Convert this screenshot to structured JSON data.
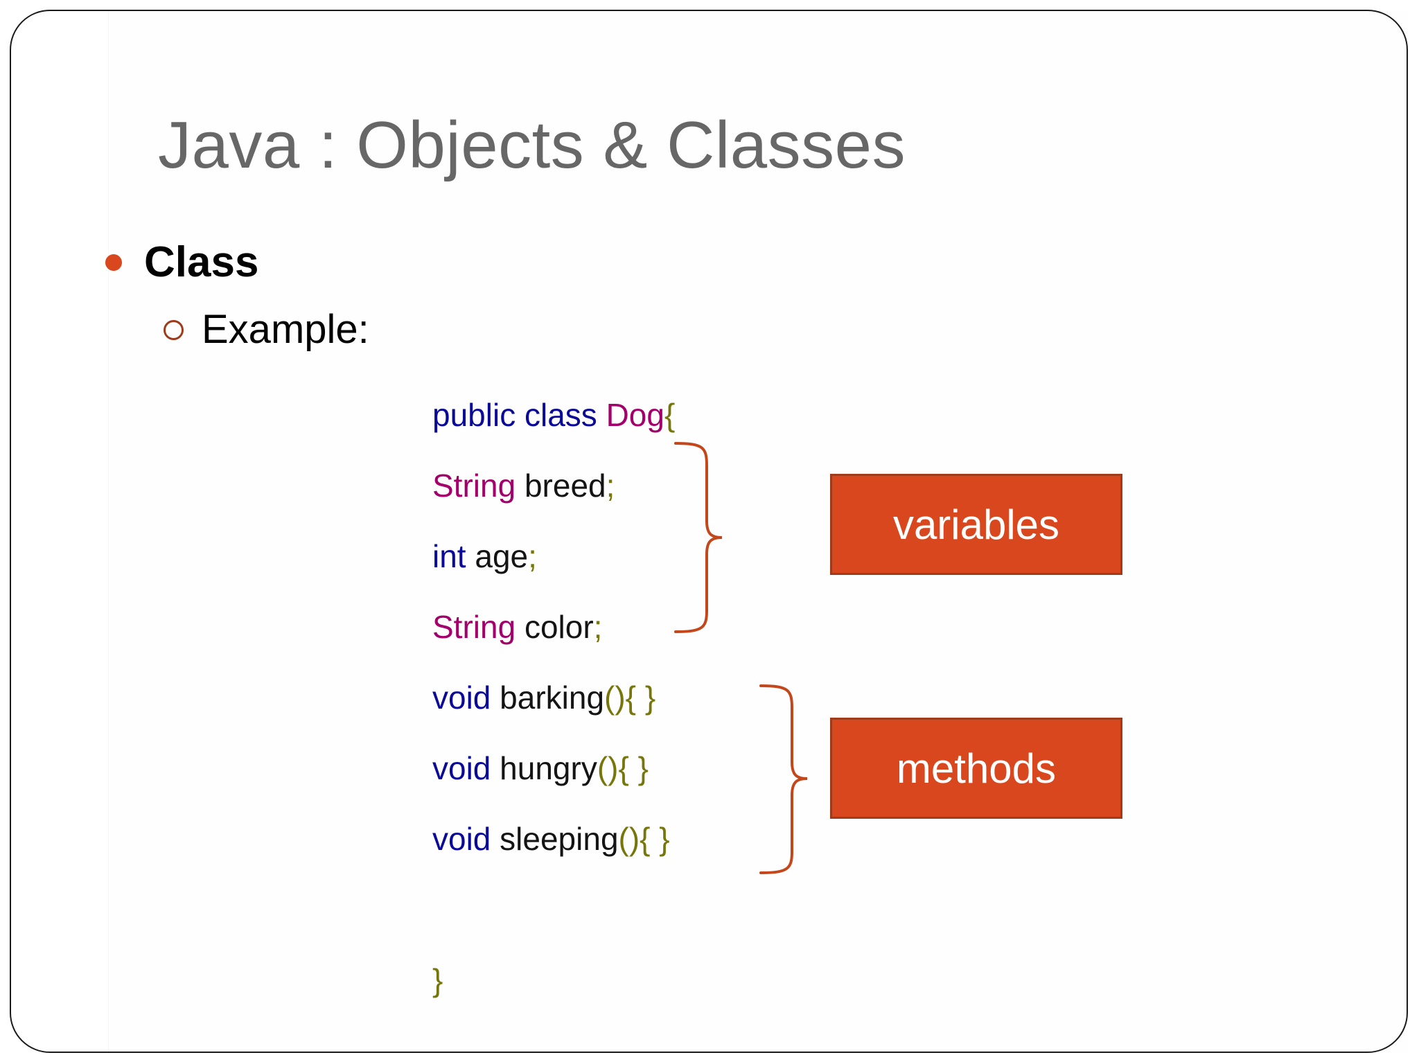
{
  "slide": {
    "title": "Java : Objects & Classes",
    "frame_border_color": "#1a1a1a",
    "background": "#ffffff"
  },
  "bullets": {
    "level1": {
      "label": "Class",
      "bullet_color": "#D8471D",
      "bullet_style": "filled-disc"
    },
    "level2": {
      "label": "Example:",
      "bullet_color": "#9E3B1B",
      "bullet_style": "hollow-circle"
    }
  },
  "code": {
    "language": "java",
    "colors": {
      "keyword": "#0A0A96",
      "type": "#A4006B",
      "identifier": "#141414",
      "punctuation": "#76760B"
    },
    "lines": [
      {
        "id": "class-decl",
        "tokens": [
          {
            "text": "public class ",
            "kind": "keyword"
          },
          {
            "text": "Dog",
            "kind": "type"
          },
          {
            "text": "{",
            "kind": "punctuation"
          }
        ]
      },
      {
        "id": "field-breed",
        "tokens": [
          {
            "text": "String ",
            "kind": "type"
          },
          {
            "text": "breed",
            "kind": "identifier"
          },
          {
            "text": ";",
            "kind": "punctuation"
          }
        ]
      },
      {
        "id": "field-age",
        "tokens": [
          {
            "text": " int ",
            "kind": "keyword"
          },
          {
            "text": "age",
            "kind": "identifier"
          },
          {
            "text": ";",
            "kind": "punctuation"
          }
        ]
      },
      {
        "id": "field-color",
        "tokens": [
          {
            "text": "String ",
            "kind": "type"
          },
          {
            "text": "color",
            "kind": "identifier"
          },
          {
            "text": ";",
            "kind": "punctuation"
          }
        ]
      },
      {
        "id": "method-barking",
        "tokens": [
          {
            "text": "void ",
            "kind": "keyword"
          },
          {
            "text": "barking",
            "kind": "identifier"
          },
          {
            "text": "(){ }",
            "kind": "punctuation"
          }
        ]
      },
      {
        "id": "method-hungry",
        "tokens": [
          {
            "text": " void ",
            "kind": "keyword"
          },
          {
            "text": "hungry",
            "kind": "identifier"
          },
          {
            "text": "(){ }",
            "kind": "punctuation"
          }
        ]
      },
      {
        "id": "method-sleeping",
        "tokens": [
          {
            "text": " void ",
            "kind": "keyword"
          },
          {
            "text": "sleeping",
            "kind": "identifier"
          },
          {
            "text": "(){ }",
            "kind": "punctuation"
          }
        ]
      },
      {
        "id": "blank",
        "tokens": []
      },
      {
        "id": "class-close",
        "tokens": [
          {
            "text": " }",
            "kind": "punctuation"
          }
        ]
      }
    ],
    "text_lines": [
      "public class Dog{",
      "String breed;",
      " int age;",
      "String color;",
      "void barking(){ }",
      " void hungry(){ }",
      " void sleeping(){ }",
      "",
      " }"
    ]
  },
  "callouts": [
    {
      "id": "variables",
      "label": "variables",
      "fill": "#D8471D",
      "border": "#9E3B1B",
      "text_color": "#FFFFFF",
      "brace_color": "#C4471C",
      "groups_lines": [
        "String breed;",
        " int age;",
        "String color;"
      ]
    },
    {
      "id": "methods",
      "label": "methods",
      "fill": "#D8471D",
      "border": "#9E3B1B",
      "text_color": "#FFFFFF",
      "brace_color": "#C4471C",
      "groups_lines": [
        "void barking(){ }",
        " void hungry(){ }",
        " void sleeping(){ }"
      ]
    }
  ]
}
